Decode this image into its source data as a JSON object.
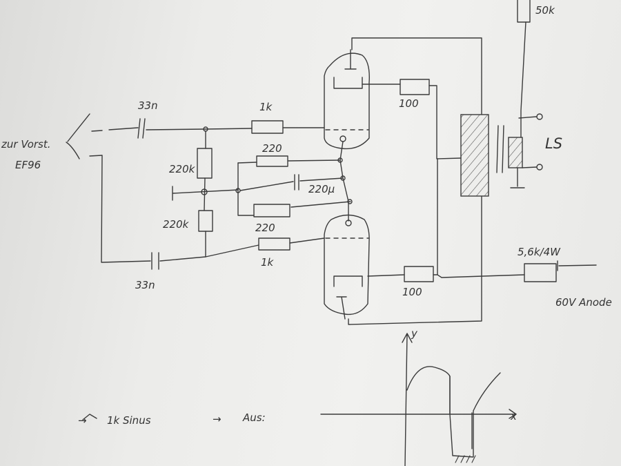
{
  "input": {
    "line1": "zur Vorst.",
    "line2": "EF96"
  },
  "capacitors": {
    "c_top": "33n",
    "c_bottom": "33n",
    "c_cathode": "220µ"
  },
  "resistors": {
    "grid_top": "1k",
    "grid_bottom": "1k",
    "divider_top": "220k",
    "divider_bottom": "220k",
    "cathode_top": "220",
    "cathode_bottom": "220",
    "screen_top": "100",
    "screen_bottom": "100",
    "load": "50k",
    "supply": "5,6k/4W"
  },
  "speaker": "LS",
  "supply_label": "60V Anode",
  "notes": {
    "arrow1": "→",
    "signal": "1k Sinus",
    "arrow2": "→",
    "output": "Aus:"
  },
  "plot": {
    "x_axis": "x",
    "y_axis": "y"
  }
}
